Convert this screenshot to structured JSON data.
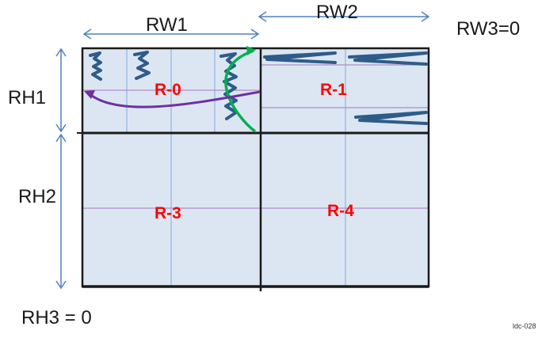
{
  "labels": {
    "rw1": "RW1",
    "rw2": "RW2",
    "rw3": "RW3=0",
    "rh1": "RH1",
    "rh2": "RH2",
    "rh3": "RH3 = 0"
  },
  "regions": {
    "r0": "R-0",
    "r1": "R-1",
    "r3": "R-3",
    "r4": "R-4"
  },
  "figure_id": "ldc-028",
  "colors": {
    "region_fill": "#dce6f2",
    "dimension_arrow": "#4f81bd",
    "region_label": "#ff0000",
    "green_arrow": "#00b050",
    "purple_arrow": "#7030a0",
    "scribble": "#2e5c8a",
    "sub_grid_blue": "#8eb4e3",
    "sub_grid_purple": "#b08cc8"
  }
}
